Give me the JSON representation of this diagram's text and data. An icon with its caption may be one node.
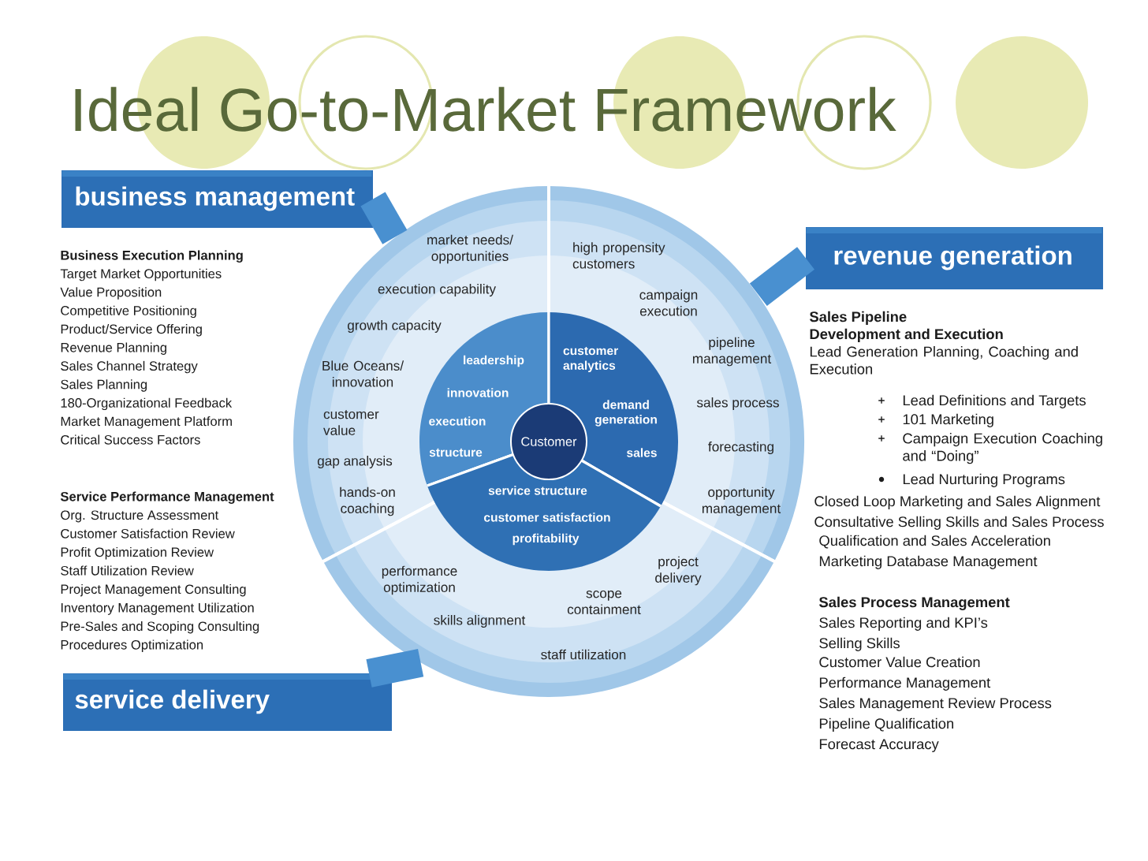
{
  "diagram": {
    "title": "Ideal Go-to-Market Framework",
    "nodes": [
      {
        "text": [
          "business management"
        ],
        "beside": [
          "Business Execution Planning",
          "Target Market Opportunities",
          "Value Proposition",
          "Competitive Positioning",
          "Product/Service Offering",
          "Revenue Planning",
          "Sales Channel Strategy",
          "Sales Planning",
          "180-Organizational Feedback",
          "Market Management Platform",
          "Critical Success Factors"
        ]
      },
      {
        "text": [
          "revenue generation"
        ],
        "beside": [
          "Sales Pipeline",
          "Development and Execution",
          "Lead Generation Planning, Coaching and Execution",
          "Lead Definitions and Targets",
          "101 Marketing",
          "Campaign Execution Coaching and “Doing”",
          "Lead Nurturing Programs",
          "Closed Loop Marketing and Sales Alignment",
          "Consultative Selling Skills and Sales Process",
          "Qualification and Sales Acceleration",
          "Marketing Database Management",
          "Sales Process Management",
          "Sales Reporting and KPI’s",
          "Selling Skills",
          "Customer Value Creation",
          "Performance Management",
          "Sales Management Review Process",
          "Pipeline Qualification",
          "Forecast Accuracy"
        ]
      },
      {
        "text": [
          "service delivery"
        ],
        "beside": [
          "Service Performance Management",
          "Org. Structure Assessment",
          "Customer Satisfaction Review",
          "Profit Optimization Review",
          "Staff Utilization Review",
          "Project Management Consulting",
          "Inventory Management Utilization",
          "Pre-Sales and Scoping Consulting",
          "Procedures Optimization"
        ]
      },
      {
        "text": [
          "market needs/ opportunities",
          "execution capability",
          "growth capacity",
          "Blue Oceans/ innovation",
          "customer value",
          "gap analysis",
          "hands-on coaching"
        ]
      },
      {
        "text": [
          "high propensity customers",
          "campaign execution",
          "pipeline management",
          "sales process",
          "forecasting",
          "opportunity management"
        ]
      },
      {
        "text": [
          "performance optimization",
          "project delivery",
          "scope containment",
          "skills alignment",
          "staff utilization"
        ]
      },
      {
        "text": [
          "leadership",
          "innovation",
          "execution",
          "structure"
        ]
      },
      {
        "text": [
          "customer analytics",
          "demand generation",
          "sales"
        ]
      },
      {
        "text": [
          "service structure",
          "customer satisfaction",
          "profitability"
        ]
      },
      {
        "text": [
          "Customer"
        ]
      }
    ],
    "edges": [
      {
        "from": 0,
        "to": 3,
        "arrow": "none"
      },
      {
        "from": 1,
        "to": 4,
        "arrow": "none"
      },
      {
        "from": 2,
        "to": 5,
        "arrow": "none"
      }
    ]
  }
}
